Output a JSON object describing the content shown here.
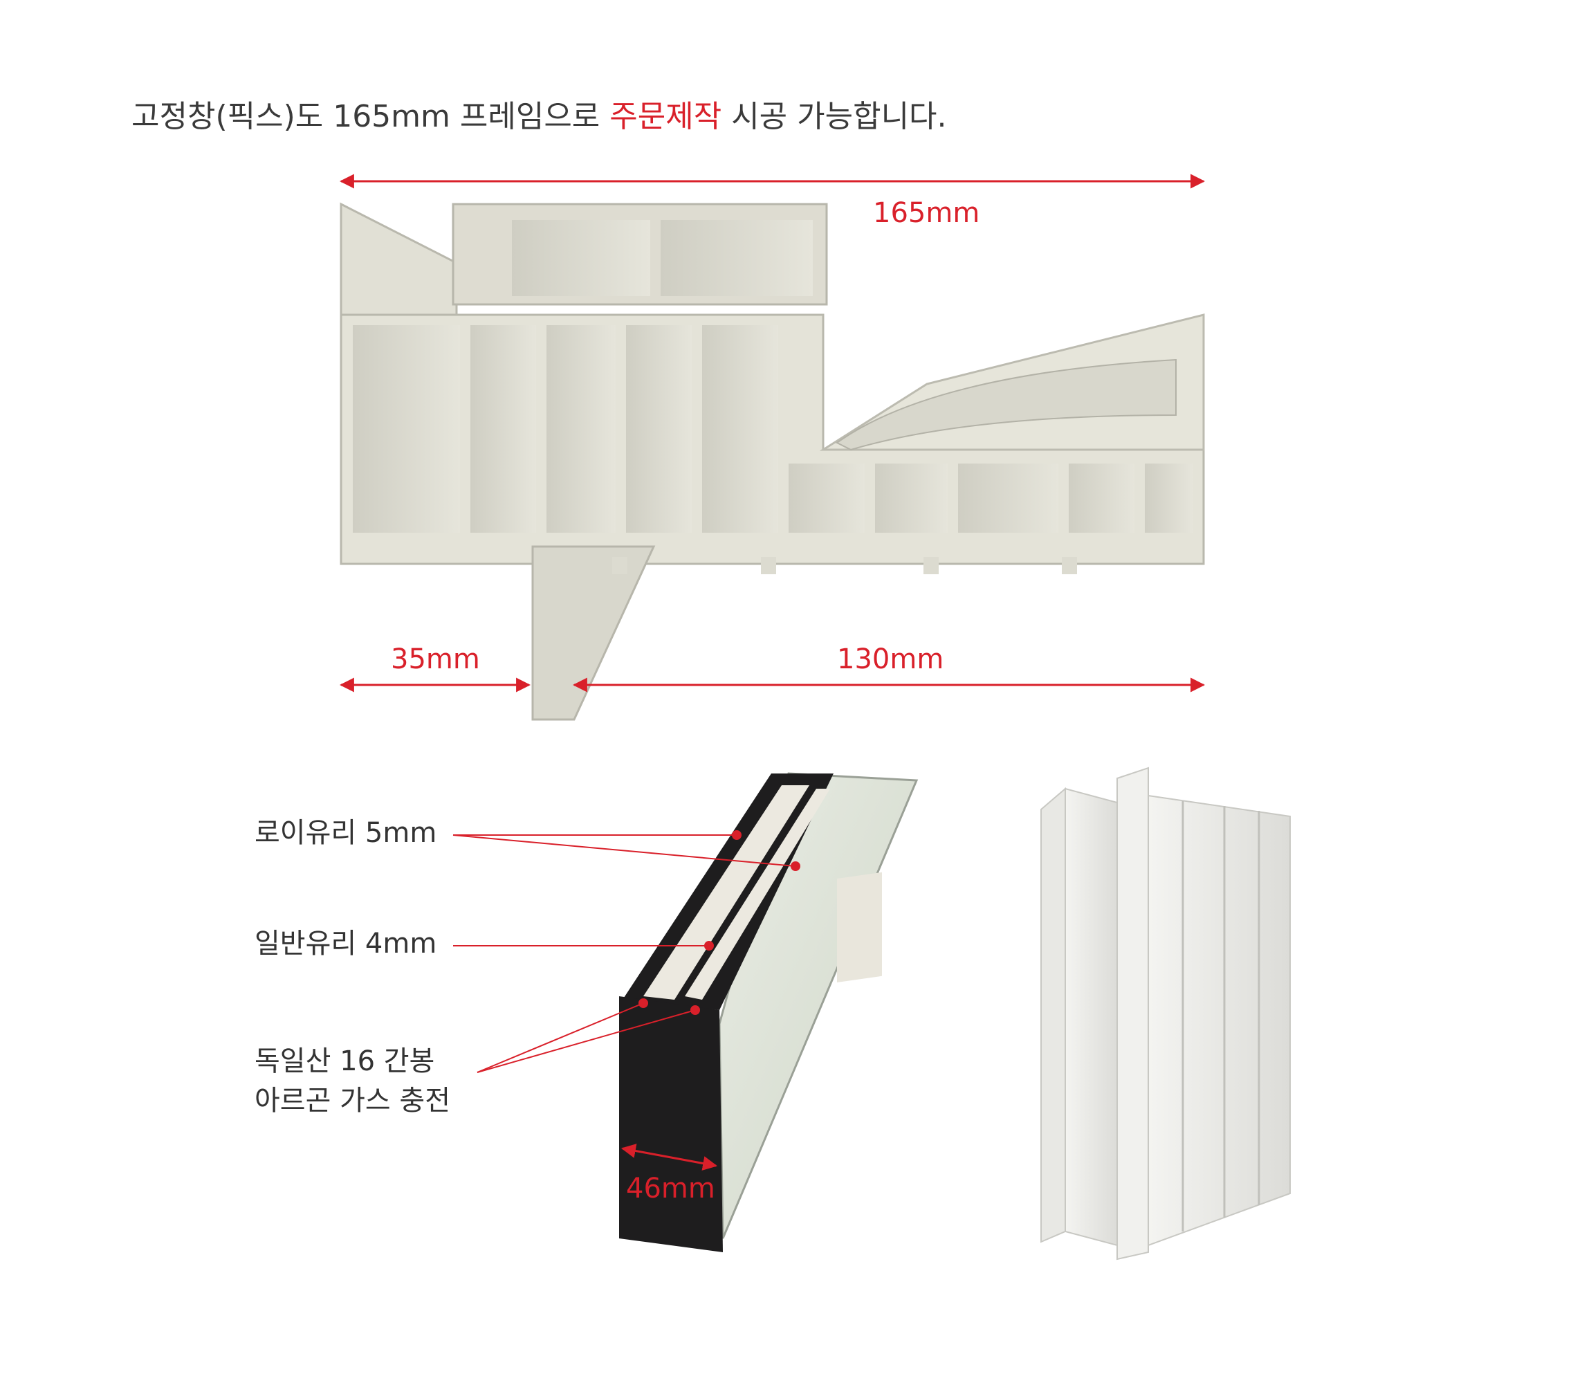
{
  "headline": {
    "prefix": "고정창(픽스)도 165mm 프레임으로 ",
    "highlight": "주문제작",
    "suffix": " 시공 가능합니다."
  },
  "frame": {
    "total_width": "165mm",
    "left_width": "35mm",
    "right_width": "130mm"
  },
  "glass": {
    "lowe_label": "로이유리 5mm",
    "clear_label": "일반유리 4mm",
    "spacer_label_line1": "독일산 16 간봉",
    "spacer_label_line2": "아르곤 가스 충전",
    "thickness": "46mm"
  },
  "colors": {
    "accent": "#d9202a",
    "text": "#3a3a3a",
    "profile": "#e3e2d8",
    "profile_dark": "#c9c8bd",
    "glass_frame": "#1e1d1e"
  }
}
